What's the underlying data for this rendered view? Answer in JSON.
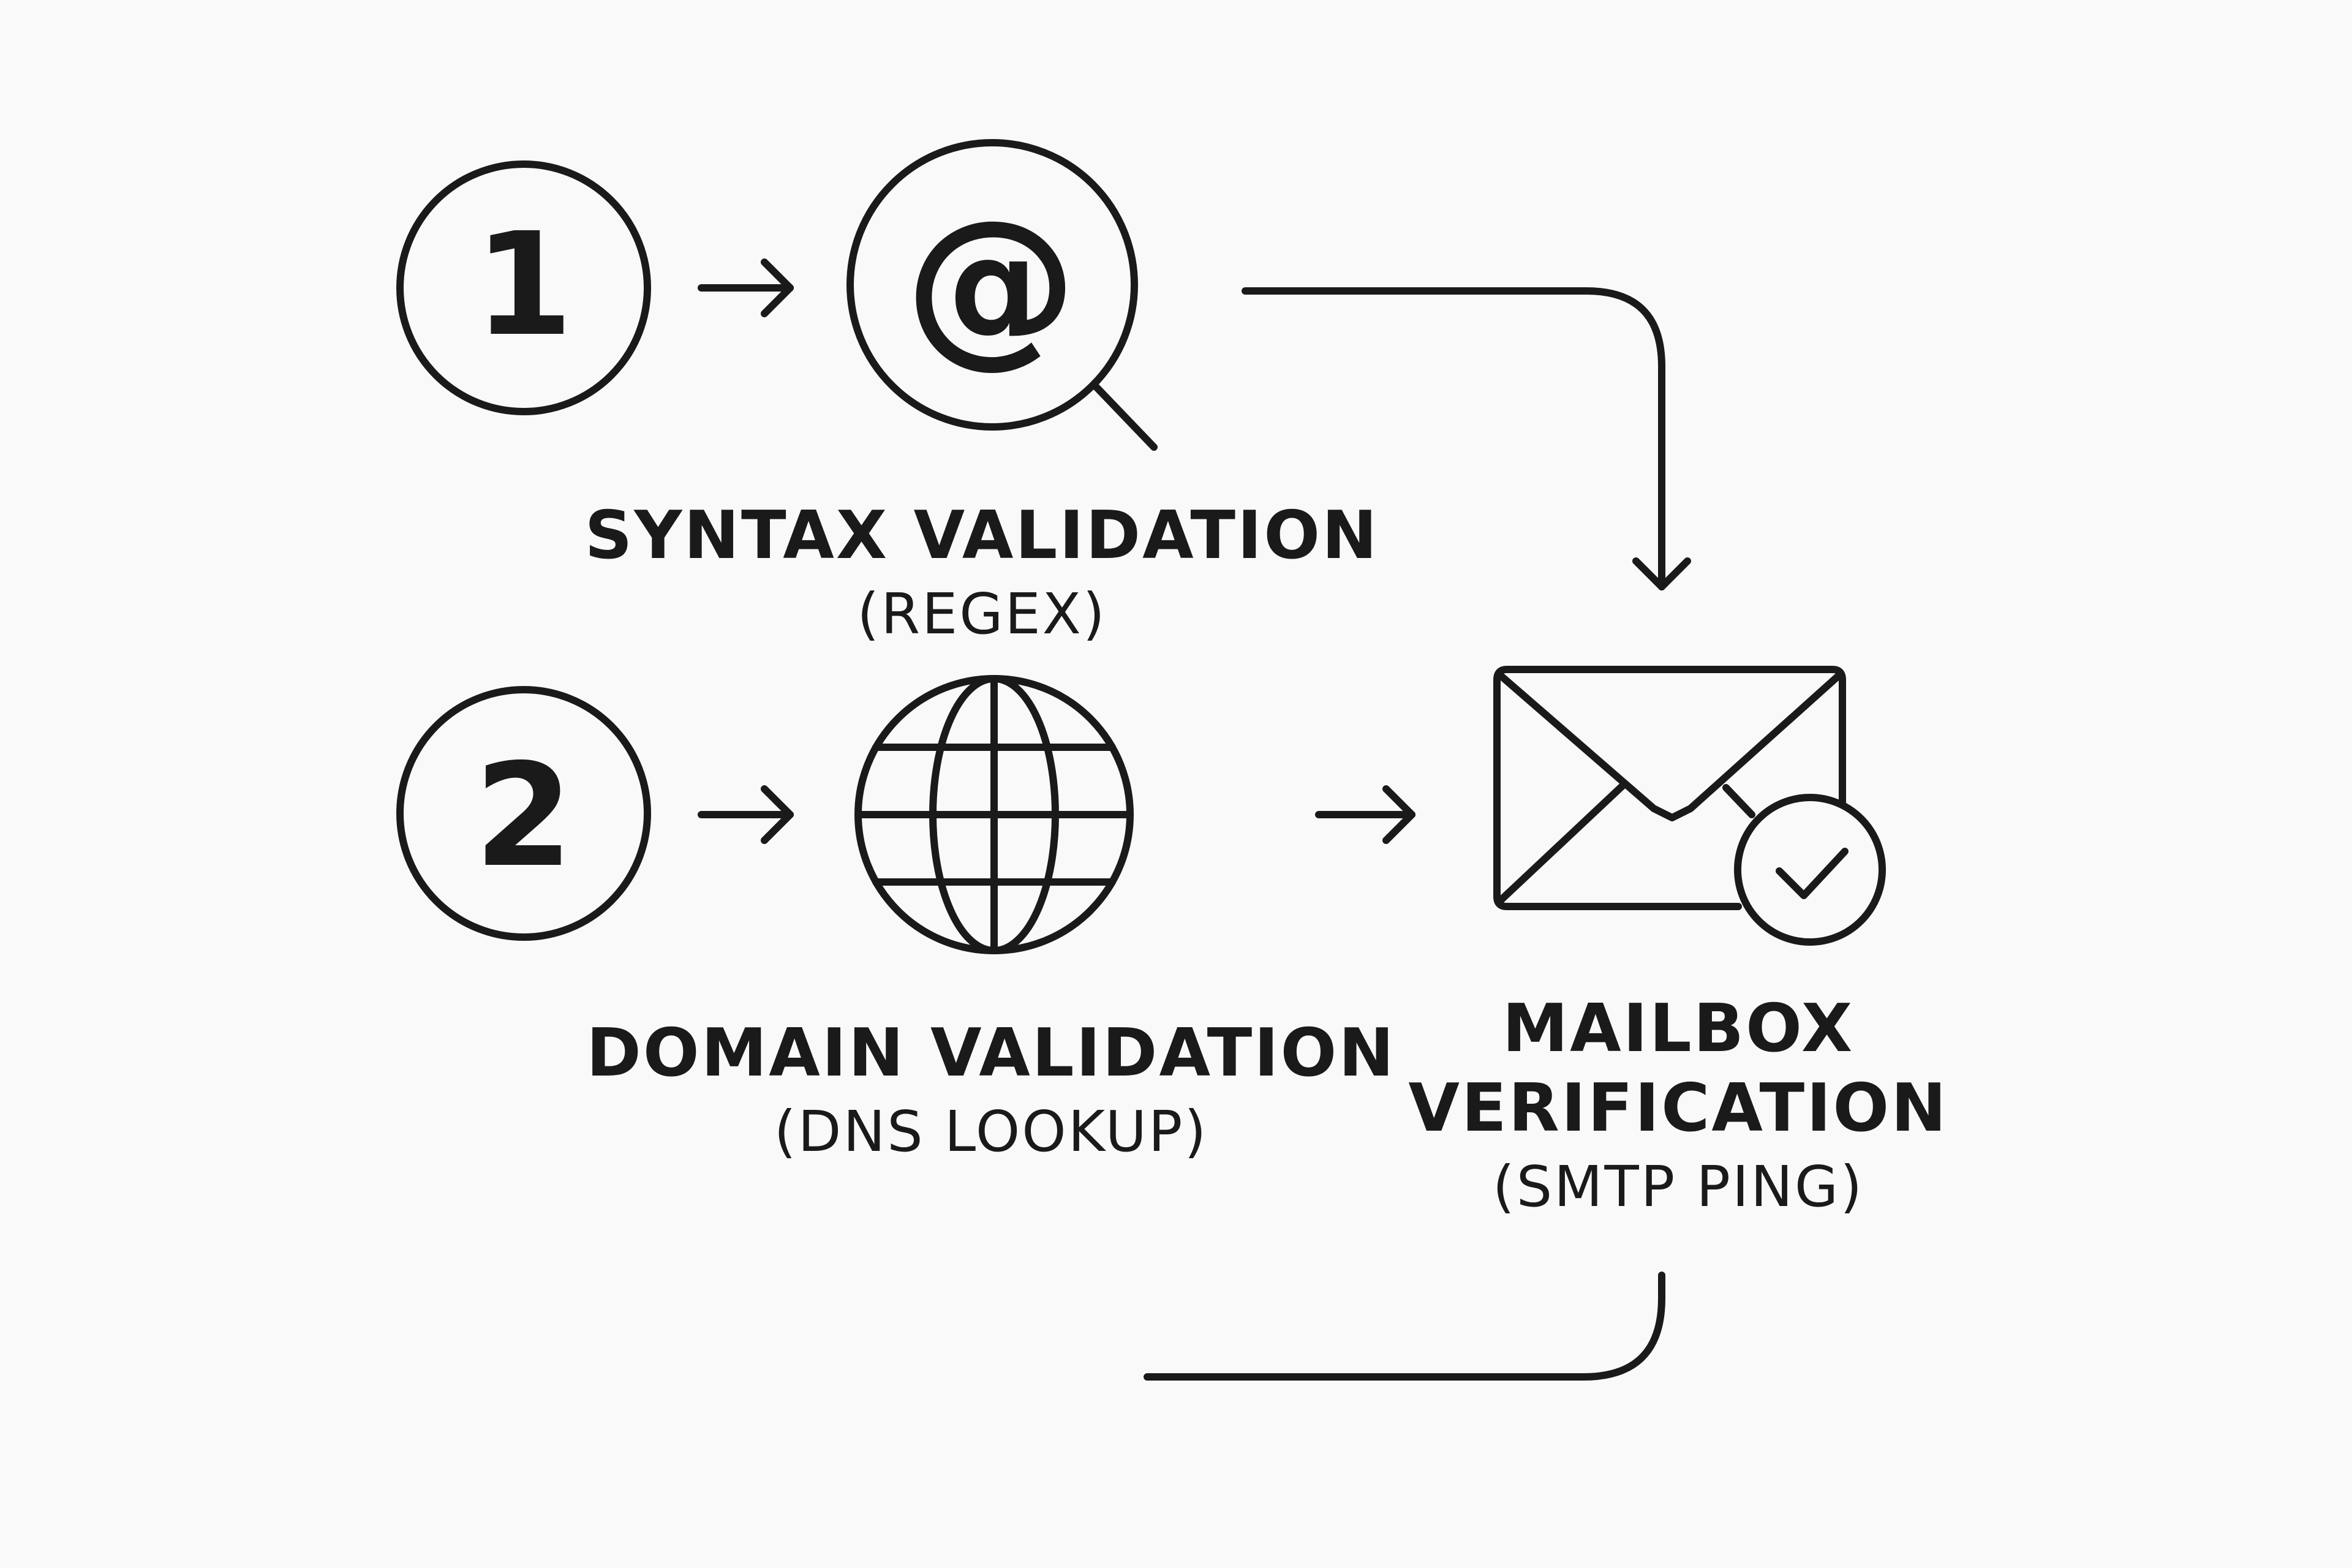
{
  "steps": [
    {
      "number": "1",
      "icon": "at-sign-magnifier-icon",
      "title": "SYNTAX VALIDATION",
      "subtitle": "(REGEX)"
    },
    {
      "number": "2",
      "icon": "globe-icon",
      "title": "DOMAIN VALIDATION",
      "subtitle": "(DNS LOOKUP)"
    }
  ],
  "result": {
    "icon": "envelope-check-icon",
    "title_line1": "MAILBOX",
    "title_line2": "VERIFICATION",
    "subtitle": "(SMTP PING)"
  },
  "at_symbol": "@",
  "colors": {
    "stroke": "#1a1a1a",
    "background": "#f9f9f9"
  }
}
